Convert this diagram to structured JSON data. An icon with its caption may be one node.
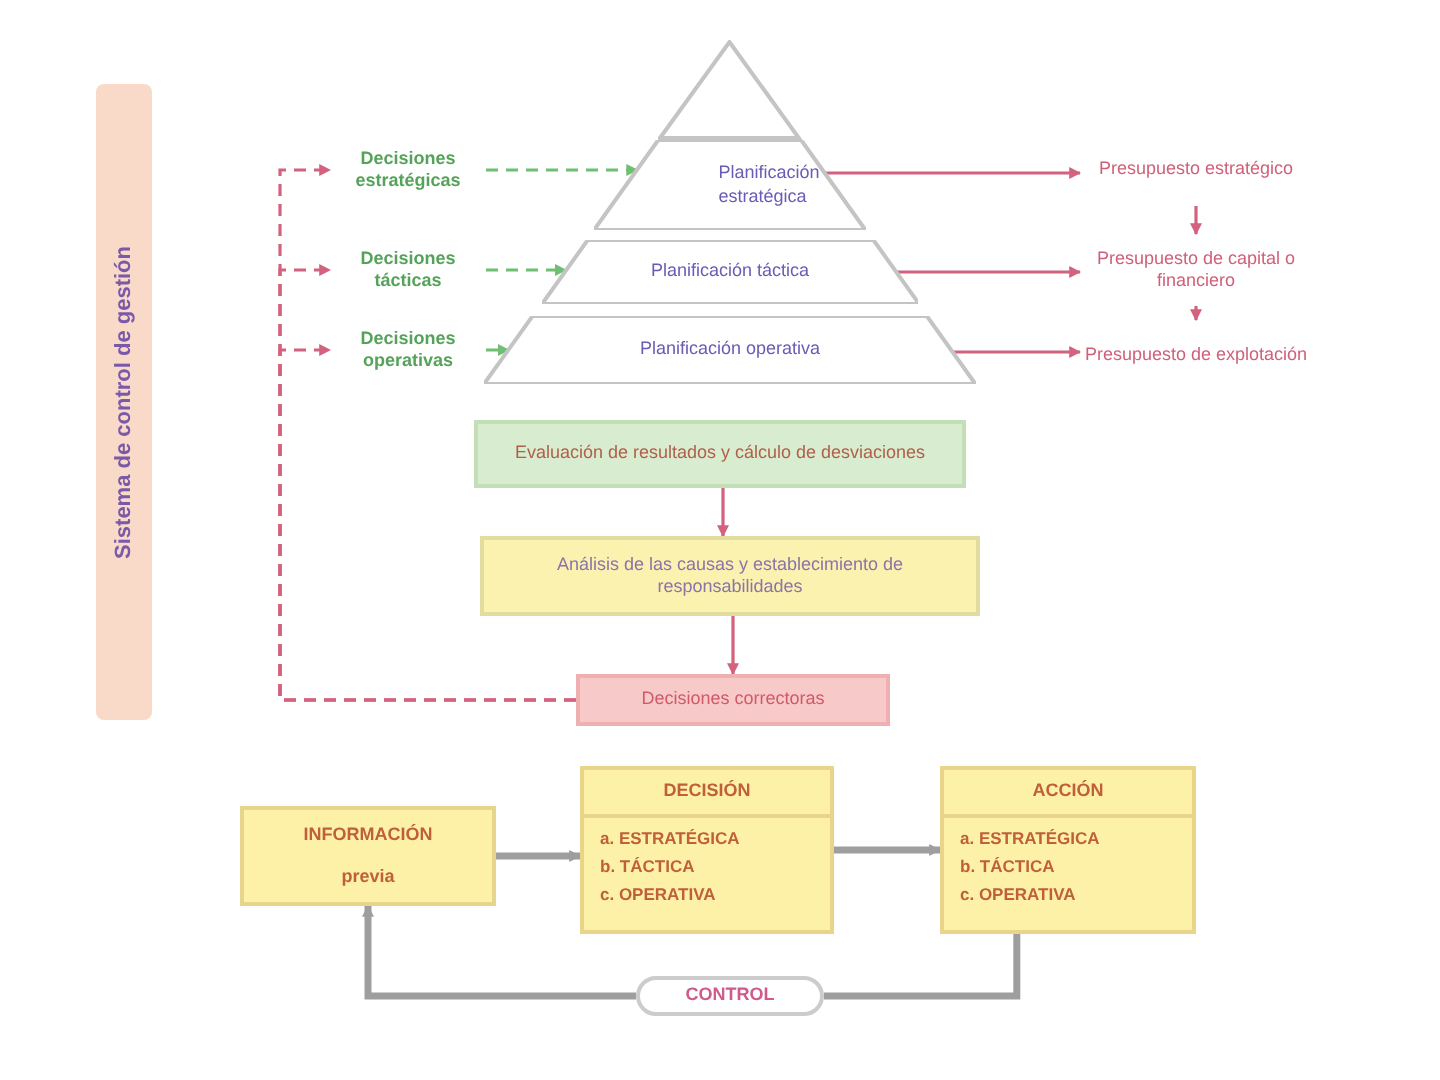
{
  "diagram": {
    "nodes": [
      {
        "text": [
          "Sistema de control de gestión"
        ]
      },
      {
        "text": [
          "Decisiones estratégicas"
        ]
      },
      {
        "text": [
          "Decisiones tácticas"
        ]
      },
      {
        "text": [
          "Decisiones operativas"
        ]
      },
      {
        "text": [
          "Planificación estratégica"
        ]
      },
      {
        "text": [
          "Planificación táctica"
        ]
      },
      {
        "text": [
          "Planificación operativa"
        ]
      },
      {
        "text": [
          "Presupuesto estratégico"
        ]
      },
      {
        "text": [
          "Presupuesto de capital o financiero"
        ]
      },
      {
        "text": [
          "Presupuesto de explotación"
        ]
      },
      {
        "text": [
          "Evaluación de resultados y cálculo de desviaciones"
        ]
      },
      {
        "text": [
          "Análisis de las causas y establecimiento de responsabilidades"
        ]
      },
      {
        "text": [
          "Decisiones correctoras"
        ]
      },
      {
        "text": [
          "INFORMACIÓN",
          "previa"
        ]
      },
      {
        "text": [
          "DECISIÓN",
          "a. ESTRATÉGICA",
          "b. TÁCTICA",
          "c. OPERATIVA"
        ]
      },
      {
        "text": [
          "ACCIÓN",
          "a. ESTRATÉGICA",
          "b. TÁCTICA",
          "c. OPERATIVA"
        ]
      },
      {
        "text": [
          "CONTROL"
        ]
      },
      {
        "text": [],
        "shape": "triangle"
      }
    ],
    "edges": [
      {
        "from": 1,
        "to": 4,
        "arrow": "to",
        "style": "dashed",
        "color": "#6fbf73"
      },
      {
        "from": 2,
        "to": 5,
        "arrow": "to",
        "style": "dashed",
        "color": "#6fbf73"
      },
      {
        "from": 3,
        "to": 6,
        "arrow": "to",
        "style": "dashed",
        "color": "#6fbf73"
      },
      {
        "from": 4,
        "to": 7,
        "arrow": "to"
      },
      {
        "from": 5,
        "to": 8,
        "arrow": "to"
      },
      {
        "from": 6,
        "to": 9,
        "arrow": "to"
      },
      {
        "from": 7,
        "to": 8,
        "arrow": "to"
      },
      {
        "from": 8,
        "to": 9,
        "arrow": "to"
      },
      {
        "from": 10,
        "to": 11,
        "arrow": "to"
      },
      {
        "from": 11,
        "to": 12,
        "arrow": "to"
      },
      {
        "from": 12,
        "to": 1,
        "arrow": "to",
        "style": "dashed"
      },
      {
        "from": 12,
        "to": 2,
        "arrow": "to",
        "style": "dashed"
      },
      {
        "from": 12,
        "to": 3,
        "arrow": "to",
        "style": "dashed"
      },
      {
        "from": 13,
        "to": 14,
        "arrow": "to",
        "style": "thick",
        "color": "#9e9e9e"
      },
      {
        "from": 14,
        "to": 15,
        "arrow": "to",
        "style": "thick",
        "color": "#9e9e9e"
      },
      {
        "from": 15,
        "to": 16,
        "arrow": "none",
        "style": "thick",
        "color": "#9e9e9e"
      },
      {
        "from": 16,
        "to": 13,
        "arrow": "to",
        "style": "thick",
        "color": "#9e9e9e"
      }
    ]
  }
}
